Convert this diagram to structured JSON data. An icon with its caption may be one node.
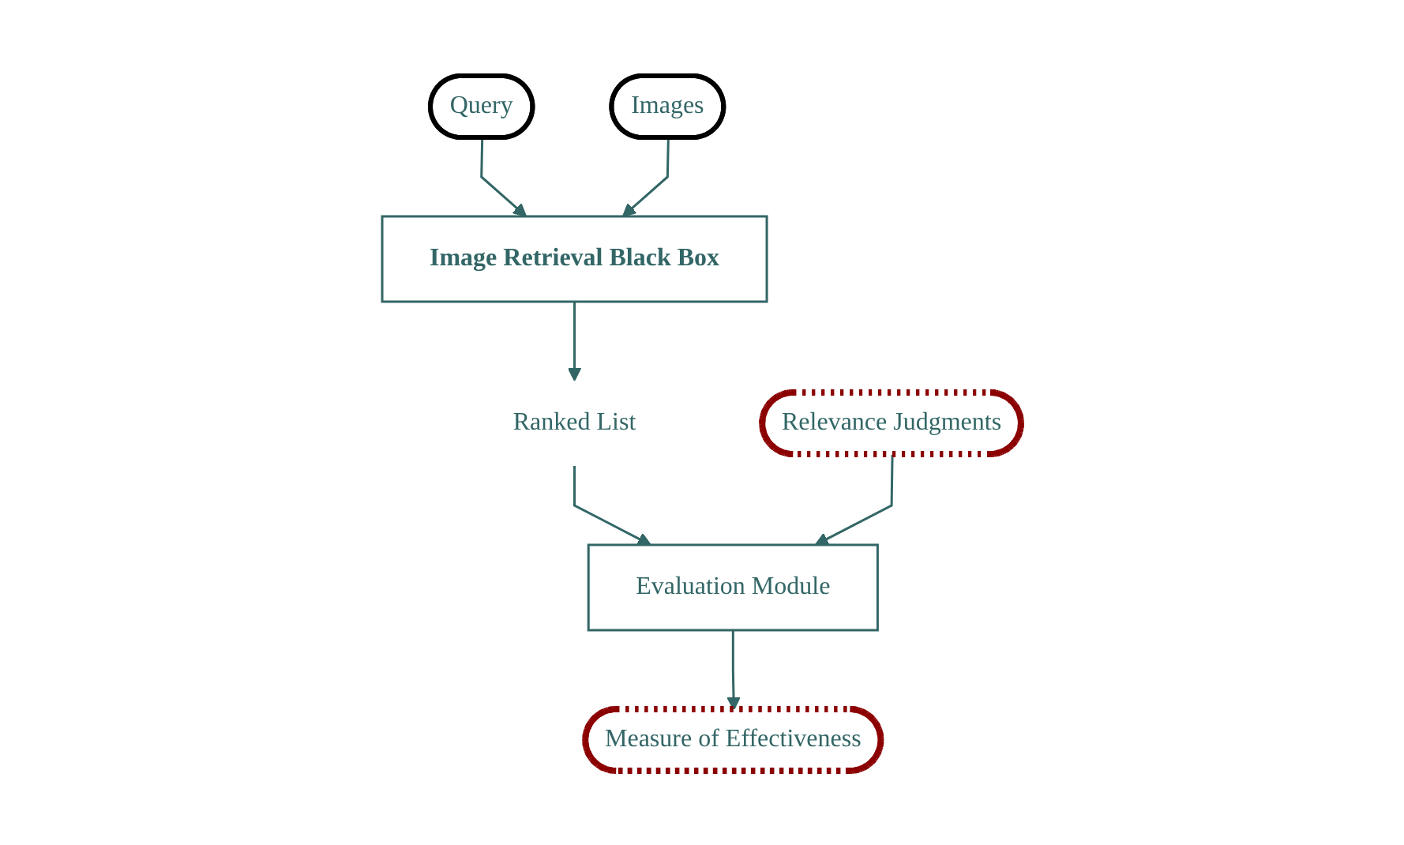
{
  "diagram": {
    "nodes": [
      {
        "text": [
          "Query"
        ]
      },
      {
        "text": [
          "Images"
        ]
      },
      {
        "text": [
          "Image Retrieval Black Box"
        ]
      },
      {
        "text": [
          "Ranked List"
        ]
      },
      {
        "text": [
          "Evaluation Module"
        ]
      },
      {
        "text": [
          "Relevance Judgments"
        ]
      },
      {
        "text": [
          "Measure of Effectiveness"
        ]
      }
    ],
    "edges": [
      {
        "from": 0,
        "to": 2,
        "arrow": "to"
      },
      {
        "from": 1,
        "to": 2,
        "arrow": "to"
      },
      {
        "from": 2,
        "to": 3,
        "arrow": "to"
      },
      {
        "from": 3,
        "to": 4,
        "arrow": "to"
      },
      {
        "from": 5,
        "to": 4,
        "arrow": "to"
      },
      {
        "from": 4,
        "to": 6,
        "arrow": "to"
      }
    ]
  }
}
